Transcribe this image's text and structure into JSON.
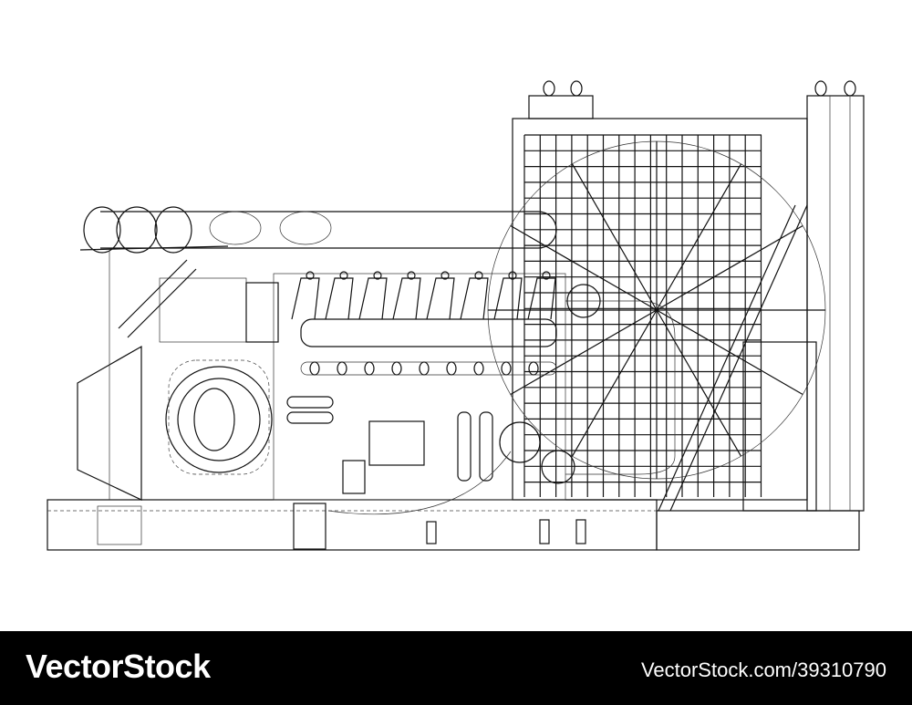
{
  "illustration": {
    "subject": "generator-wireframe",
    "line_color": "#111111",
    "background": "#ffffff"
  },
  "footer": {
    "logo": "VectorStock",
    "reference": "VectorStock.com/39310790",
    "background": "#000000",
    "text_color": "#ffffff"
  }
}
